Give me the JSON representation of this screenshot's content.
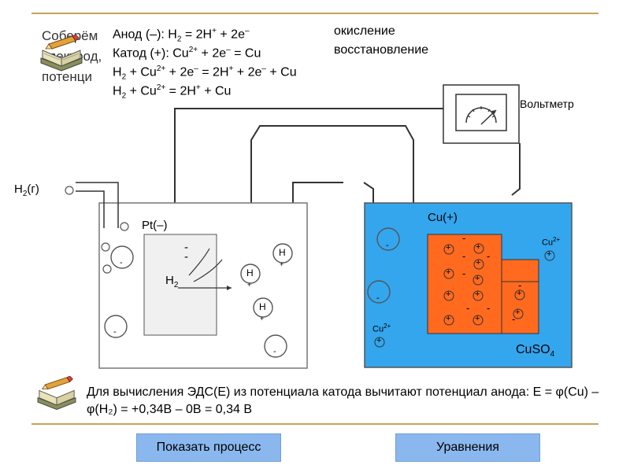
{
  "top_lines": {
    "line1": "Соберём",
    "line2": "электрод,",
    "line3": "потенци"
  },
  "equations": {
    "anode": {
      "label": "Анод (–): H",
      "sub": "2",
      "rest": " = 2H",
      "sup": "+",
      "rest2": " + 2e",
      "sup2": "–",
      "note": "окисление"
    },
    "cathode": {
      "label": "Катод (+): Cu",
      "sup": "2+",
      "rest": " + 2e",
      "sup2": "–",
      "rest2": " = Cu",
      "note": "восстановление"
    },
    "sum1": {
      "a": "H",
      "sub": "2",
      "b": " + Cu",
      "sup": "2+",
      "c": " + 2e",
      "sup2": "–",
      "d": " = 2H",
      "sup3": "+",
      "e": " + 2e",
      "sup4": "–",
      "f": " + Cu"
    },
    "sum2": {
      "a": "H",
      "sub": "2",
      "b": " + Cu",
      "sup": "2+",
      "c": " = 2H",
      "sup2": "+",
      "d": " + Cu"
    }
  },
  "diagram": {
    "voltmeter_label": "Вольтметр",
    "h2_gas_label": "H",
    "h2_gas_sub": "2",
    "h2_gas_suffix": "(г)",
    "pt_label": "Pt(–)",
    "h2_label": "H",
    "h2_sub": "2",
    "h_ion": "H",
    "plus": "+",
    "minus": "-",
    "cu_label": "Cu(+)",
    "cu_ion": "Cu",
    "cu_ion_sup": "2+",
    "cuso4": "CuSO",
    "cuso4_sub": "4",
    "colors": {
      "solution": "#33a6ee",
      "copper": "#ff6a1f",
      "rule": "#c8a258",
      "button": "#8ab8ee"
    }
  },
  "footnote": "Для вычисления ЭДС(E) из потенциала катода вычитают потенциал анода: E = φ(Cu) – φ(H₂) = +0,34В – 0В = 0,34 В",
  "buttons": {
    "show_process": "Показать процесс",
    "equations": "Уравнения"
  }
}
